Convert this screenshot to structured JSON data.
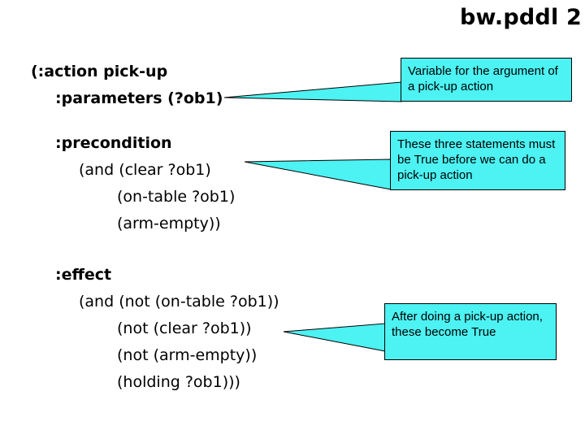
{
  "slide": {
    "title": "bw.pddl 2",
    "background_color": "#FFFFFF"
  },
  "code_block": {
    "language": "PDDL",
    "lines": [
      {
        "text": "(:action pick-up",
        "indent": 0,
        "bold": true
      },
      {
        "text": ":parameters (?ob1)",
        "indent": 1,
        "bold": false
      },
      {
        "text": ":precondition",
        "indent": 1,
        "bold": true
      },
      {
        "text": "(and (clear ?ob1)",
        "indent": 2,
        "bold": false
      },
      {
        "text": "(on-table ?ob1)",
        "indent": 3,
        "bold": false
      },
      {
        "text": "(arm-empty))",
        "indent": 3,
        "bold": false
      },
      {
        "text": ":effect",
        "indent": 1,
        "bold": true
      },
      {
        "text": "(and (not (on-table ?ob1))",
        "indent": 2,
        "bold": false
      },
      {
        "text": "(not (clear ?ob1))",
        "indent": 3,
        "bold": false
      },
      {
        "text": "(not (arm-empty))",
        "indent": 3,
        "bold": false
      },
      {
        "text": "(holding ?ob1)))",
        "indent": 3,
        "bold": false
      }
    ],
    "line_texts": {
      "action": "(:action pick-up",
      "parameters": ":parameters (?ob1)",
      "precondition": ":precondition",
      "pre_and_clear": "(and (clear ?ob1)",
      "pre_on_table": "(on-table ?ob1)",
      "pre_arm_empty": "(arm-empty))",
      "effect": ":effect",
      "eff_and_not_on_table": "(and (not (on-table ?ob1))",
      "eff_not_clear": "(not (clear ?ob1))",
      "eff_not_arm_empty": "(not (arm-empty))",
      "eff_holding": "(holding ?ob1)))"
    }
  },
  "callouts": {
    "fill_color": "#4DF2F2",
    "border_color": "#000000",
    "parameters": {
      "text": "Variable for the argument of a pick-up action"
    },
    "precondition": {
      "text": "These three statements must be True before we can do a pick-up action"
    },
    "effect": {
      "text": "After doing a pick-up action, these become True"
    }
  }
}
